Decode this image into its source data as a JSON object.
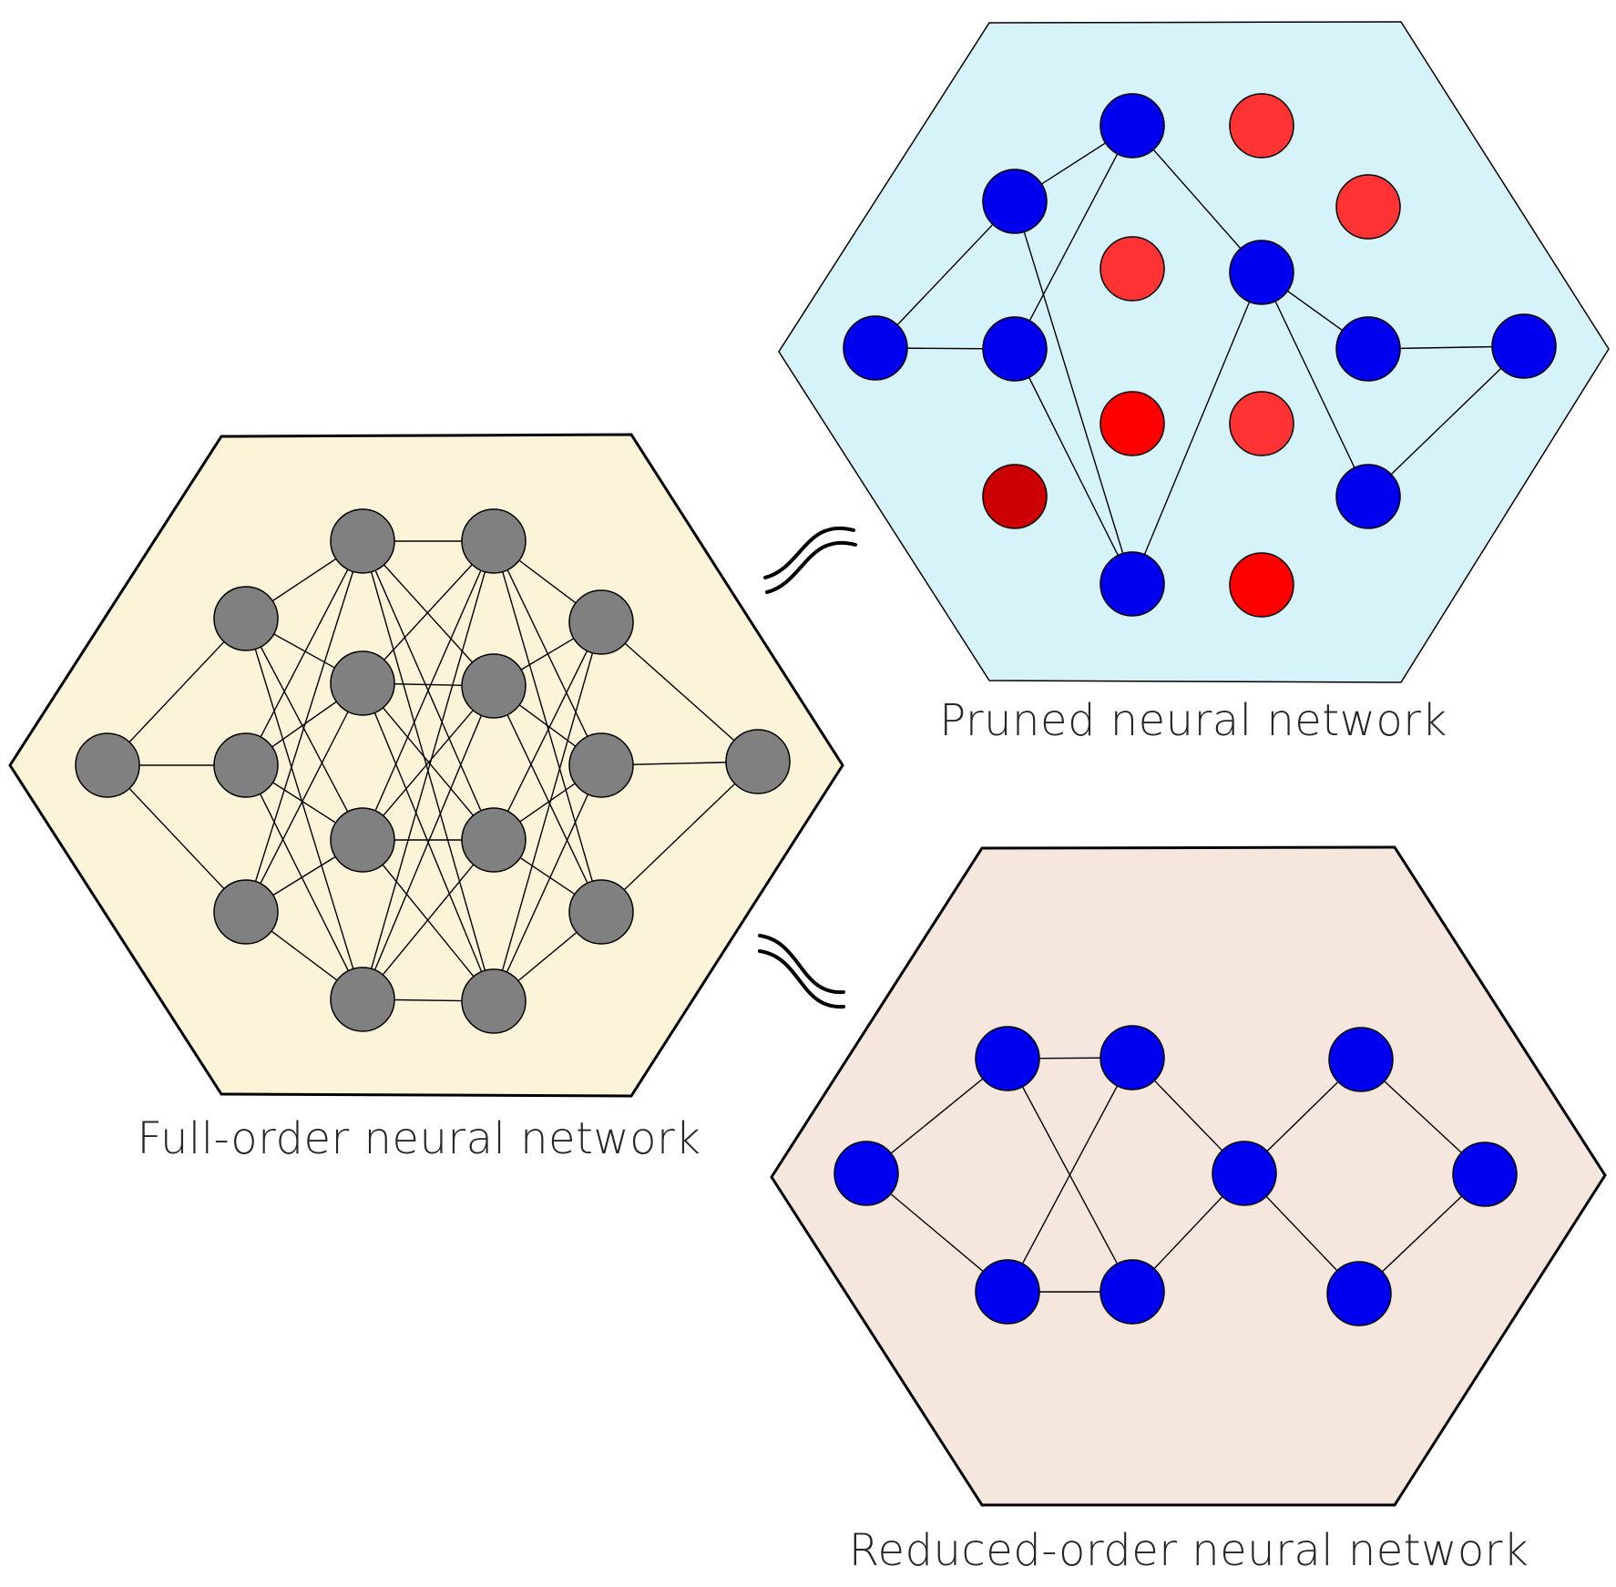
{
  "captions": {
    "full_order": "Full-order neural network",
    "pruned": "Pruned neural network",
    "reduced_order": "Reduced-order neural network"
  },
  "colors": {
    "full_fill": "#fbf4d9",
    "pruned_fill": "#d5f3f9",
    "reduced_fill": "#f5e6de",
    "grey_node": "#808080",
    "blue_node": "#0000ee",
    "red_node": "#ff3333",
    "bright_red_node": "#ff0000",
    "dark_red_node": "#cc0000",
    "line": "#000000"
  },
  "relations": [
    {
      "from": "full_order",
      "to": "pruned",
      "symbol": "approximately-equal-icon"
    },
    {
      "from": "full_order",
      "to": "reduced_order",
      "symbol": "approximately-equal-icon"
    }
  ]
}
